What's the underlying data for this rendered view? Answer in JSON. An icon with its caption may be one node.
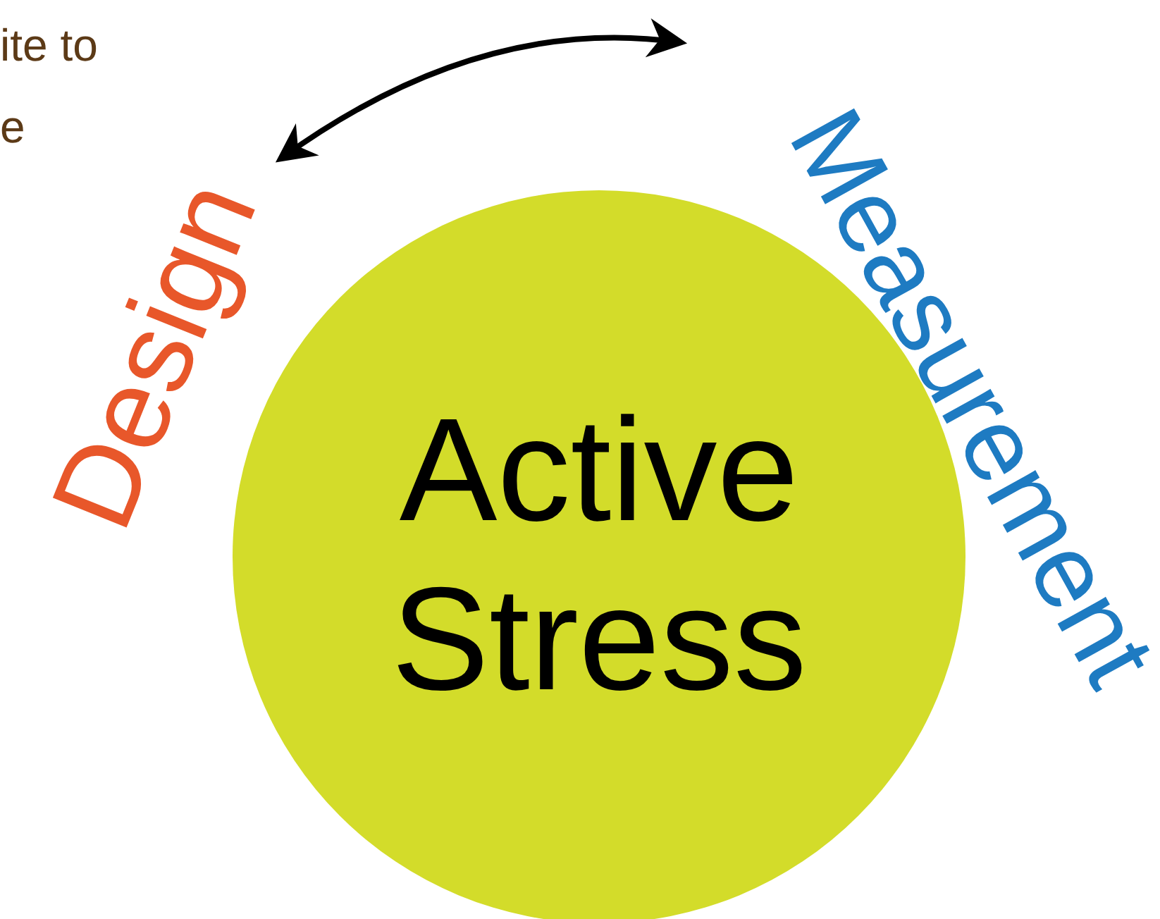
{
  "diagram": {
    "nodes": [
      {
        "text": [
          "Design"
        ]
      },
      {
        "text": [
          "Measurement"
        ]
      },
      {
        "text": [
          "Active Stress"
        ]
      }
    ],
    "edges": [
      {
        "from": 0,
        "to": 1,
        "arrow": "both"
      }
    ],
    "labels": [
      "ite to",
      "e"
    ]
  }
}
